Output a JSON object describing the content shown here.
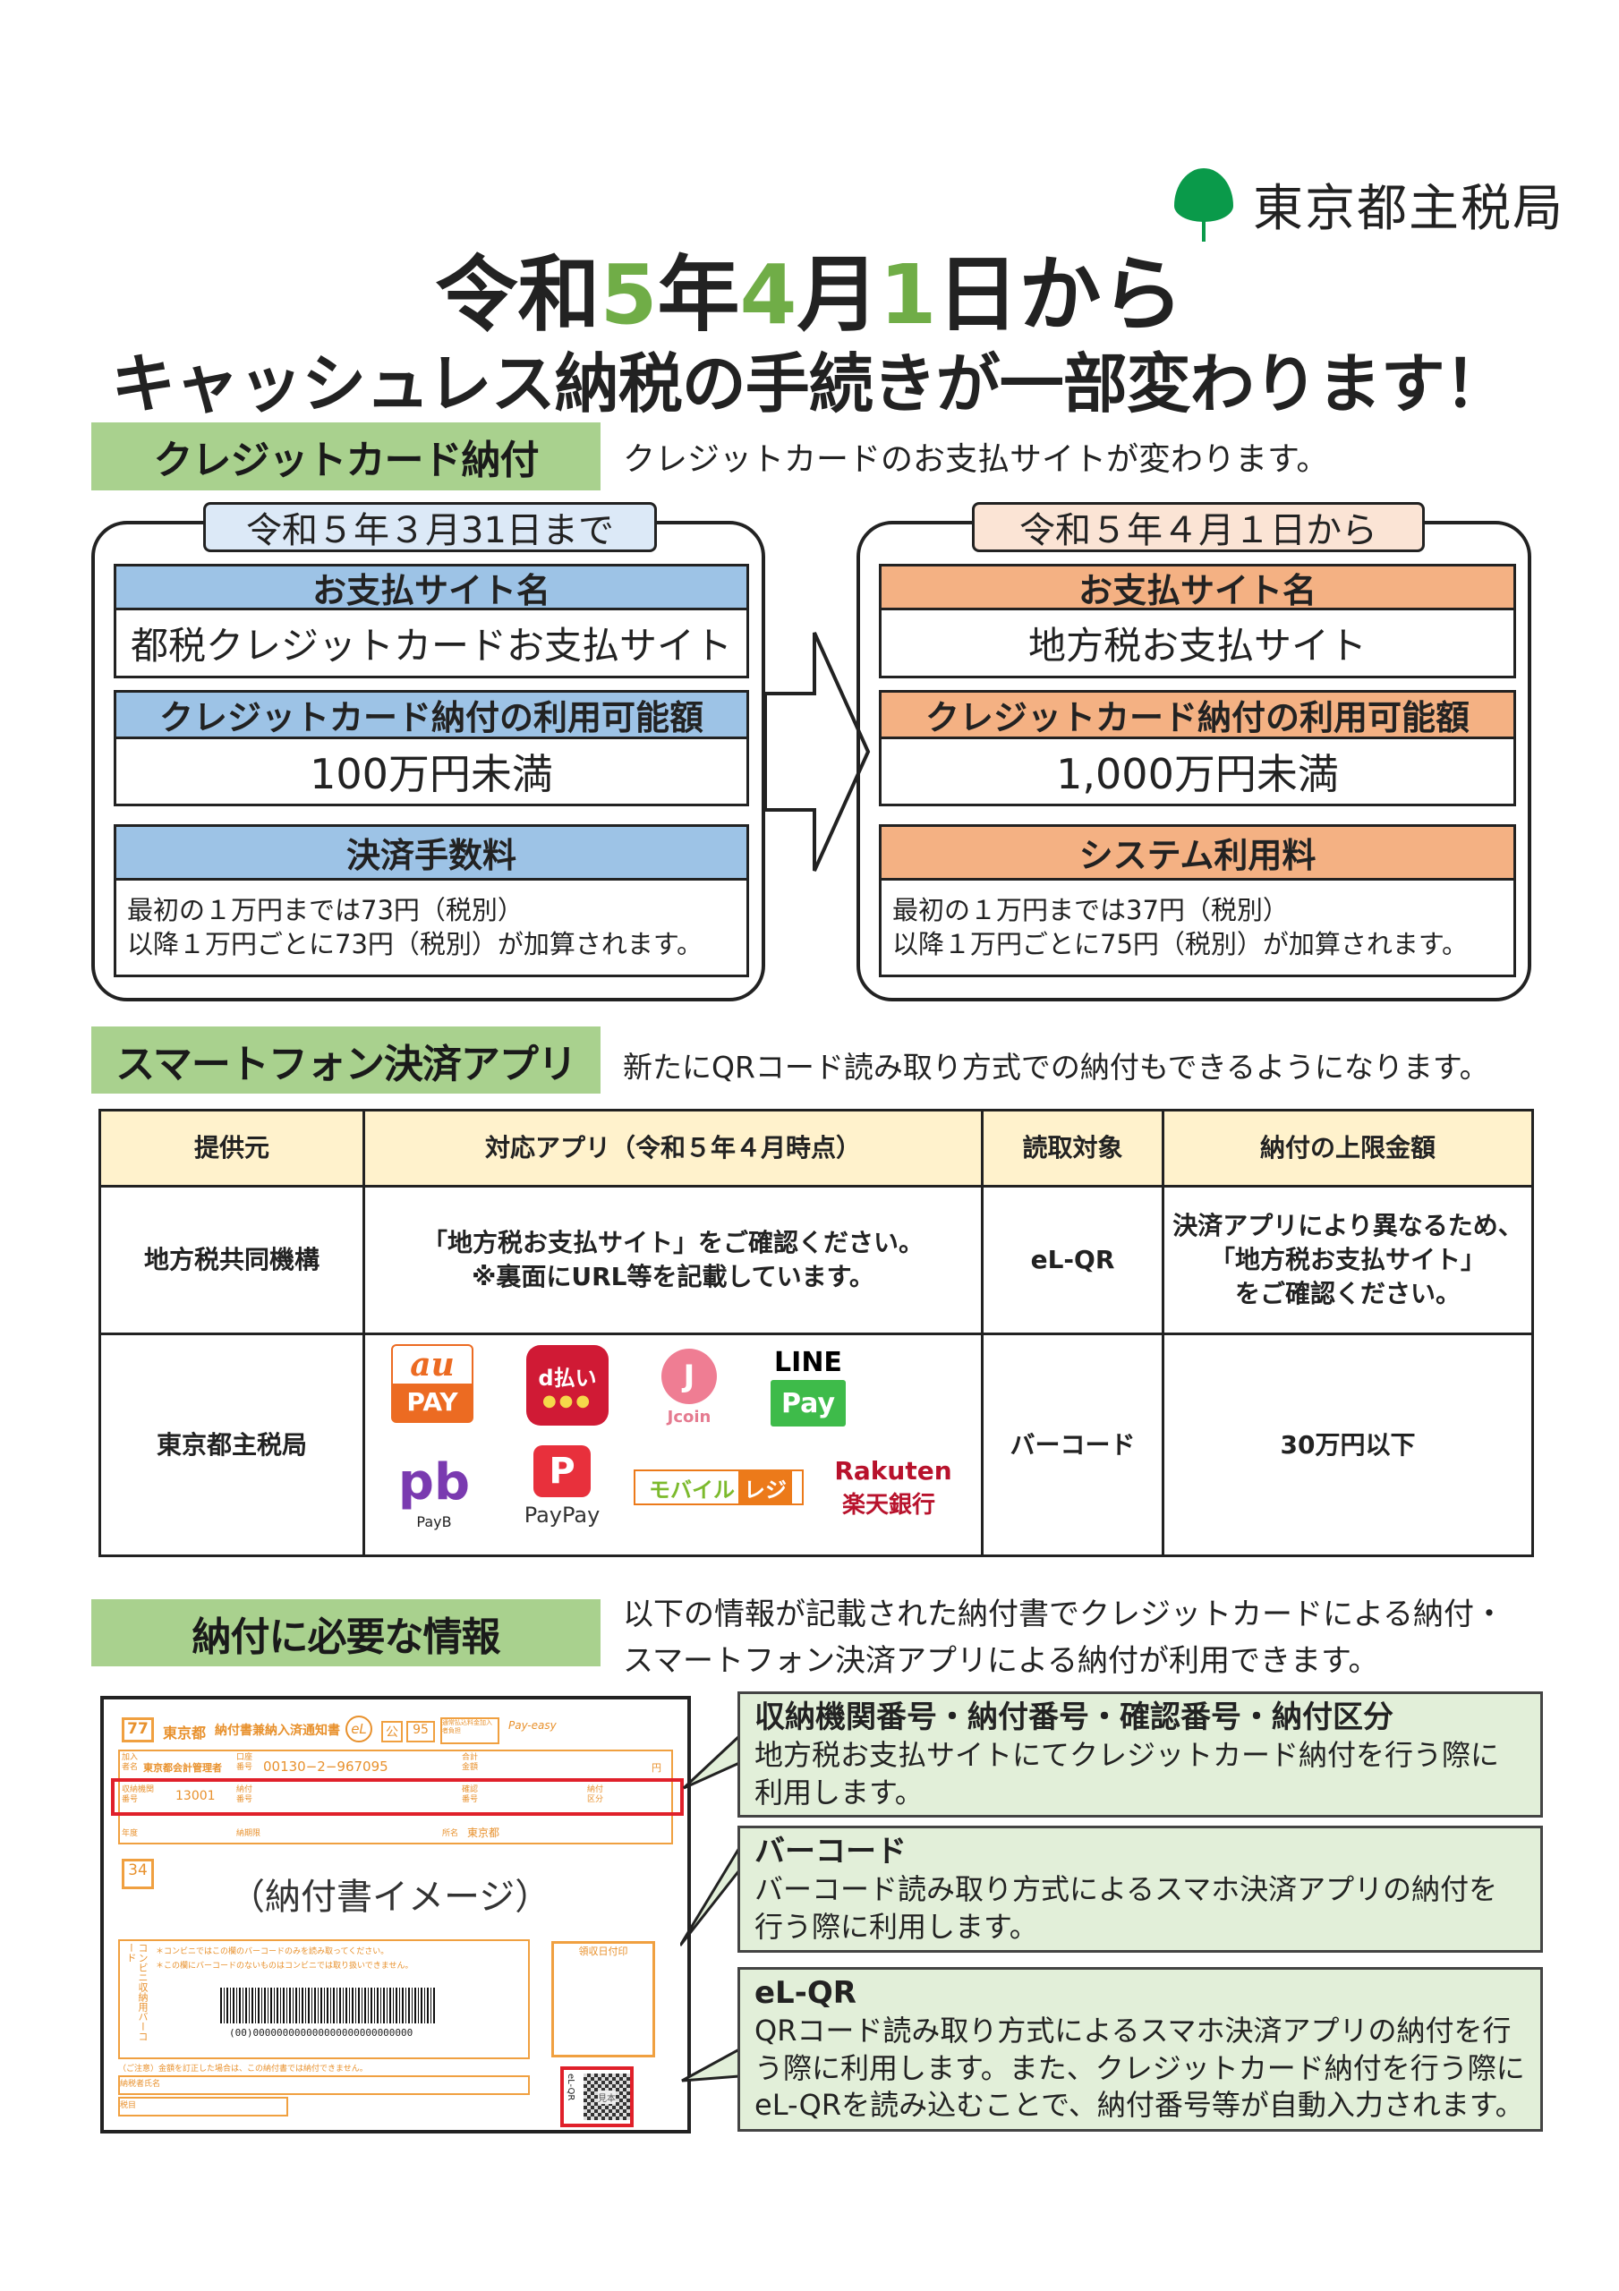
{
  "org": {
    "name": "東京都主税局"
  },
  "title": {
    "line1_parts": [
      "令和",
      "5",
      "年",
      "4",
      "月",
      "1",
      "日から"
    ],
    "line2": "キャッシュレス納税の手続きが一部変わります！"
  },
  "credit": {
    "label": "クレジットカード納付",
    "desc": "クレジットカードのお支払サイトが変わります。",
    "before": {
      "tab": "令和５年３月31日まで",
      "site_header": "お支払サイト名",
      "site": "都税クレジットカードお支払サイト",
      "limit_header": "クレジットカード納付の利用可能額",
      "limit": "100万円未満",
      "fee_header": "決済手数料",
      "fee_lines": [
        "最初の１万円までは73円（税別）",
        "以降１万円ごとに73円（税別）が加算されます。"
      ]
    },
    "after": {
      "tab": "令和５年４月１日から",
      "site_header": "お支払サイト名",
      "site": "地方税お支払サイト",
      "limit_header": "クレジットカード納付の利用可能額",
      "limit": "1,000万円未満",
      "fee_header": "システム利用料",
      "fee_lines": [
        "最初の１万円までは37円（税別）",
        "以降１万円ごとに75円（税別）が加算されます。"
      ]
    }
  },
  "smartphone": {
    "label": "スマートフォン決済アプリ",
    "desc": "新たにQRコード読み取り方式での納付もできるようになります。",
    "headers": [
      "提供元",
      "対応アプリ（令和５年４月時点）",
      "読取対象",
      "納付の上限金額"
    ],
    "row1": {
      "provider": "地方税共同機構",
      "apps": [
        "「地方税お支払サイト」をご確認ください。",
        "※裏面にURL等を記載しています。"
      ],
      "target": "eL-QR",
      "limit": [
        "決済アプリにより異なるため、",
        "「地方税お支払サイト」",
        "をご確認ください。"
      ]
    },
    "row2": {
      "provider": "東京都主税局",
      "target": "バーコード",
      "limit": "30万円以下",
      "logos": {
        "aupay": [
          "au",
          "PAY"
        ],
        "dpay": [
          "d払い",
          "●●●"
        ],
        "jcoin": [
          "J",
          "Jcoin"
        ],
        "linepay": [
          "LINE",
          "Pay"
        ],
        "payb": [
          "pb",
          "PayB"
        ],
        "paypay": [
          "P",
          "PayPay"
        ],
        "mobile": [
          "モバイル",
          "レジ"
        ],
        "rakuten": [
          "Rakuten",
          "楽天銀行"
        ]
      }
    }
  },
  "info": {
    "label": "納付に必要な情報",
    "desc": [
      "以下の情報が記載された納付書でクレジットカードによる納付・",
      "スマートフォン決済アプリによる納付が利用できます。"
    ],
    "form": {
      "no": "77",
      "city": "東京都",
      "doc": "納付書兼納入済通知書",
      "kou": "公",
      "n95": "95",
      "fee": "通常払込料金加入者負担",
      "payee_label": "加入者名",
      "payee": "東京都会計管理者",
      "acct_label": "口座番号",
      "acct": "00130−2−967095",
      "total_label": "合計金額",
      "yen": "円",
      "inst_label": "収納機関番号",
      "inst": "13001",
      "pay_label": "納付番号",
      "conf_label": "確認番号",
      "kubun_label": "納付区分",
      "year_label": "年度",
      "due_label": "納期限",
      "office_label": "所名",
      "office": "東京都",
      "no2": "34",
      "image_caption": "（納付書イメージ）",
      "note1": "＊コンビニではこの欄のバーコードのみを読み取ってください。",
      "note2": "＊この欄にバーコードのないものはコンビニでは取り扱いできません。",
      "side": "コンビニ収納用バーコード",
      "barcode_num": "(00)000000000000000000000000000",
      "receipt": "領収日付印",
      "caution": "（ご注意）金額を訂正した場合は、この納付書では納付できません。",
      "taxpayer": "納税者氏名",
      "item": "税目",
      "elqr": "eL-QR",
      "sample": "見本"
    },
    "callouts": [
      {
        "title": "収納機関番号・納付番号・確認番号・納付区分",
        "body": "地方税お支払サイトにてクレジットカード納付を行う際に利用します。"
      },
      {
        "title": "バーコード",
        "body": "バーコード読み取り方式によるスマホ決済アプリの納付を行う際に利用します。"
      },
      {
        "title": "eL-QR",
        "body": "QRコード読み取り方式によるスマホ決済アプリの納付を行う際に利用します。また、クレジットカード納付を行う際にeL-QRを読み込むことで、納付番号等が自動入力されます。"
      }
    ]
  },
  "colors": {
    "green": "#70ad47",
    "section": "#a9d18e",
    "blue": "#9dc3e6",
    "orange": "#f4b183",
    "yellow": "#fff2cc",
    "callout": "#e2efd9"
  }
}
